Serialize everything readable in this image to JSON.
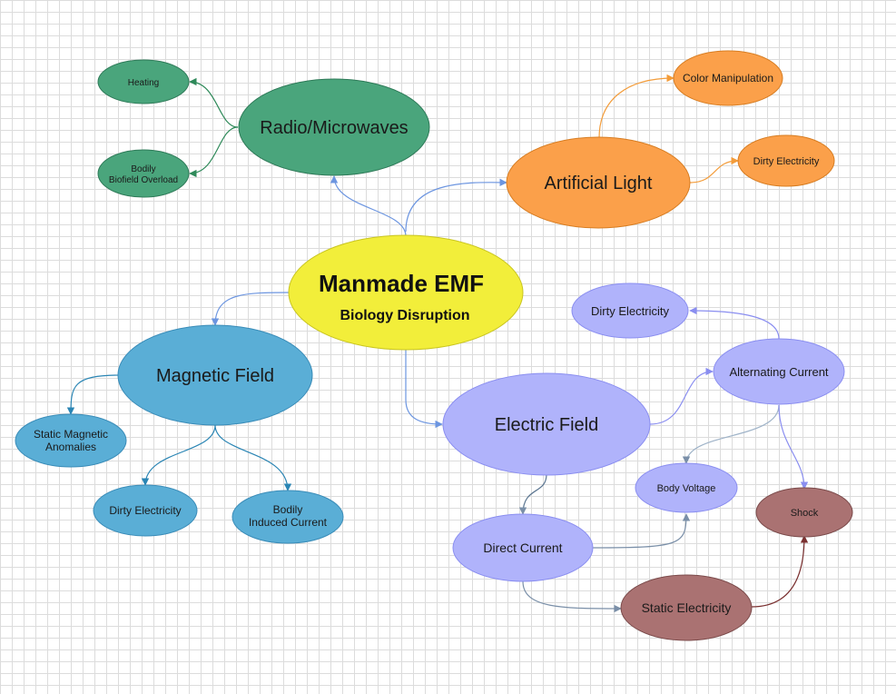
{
  "nodes": {
    "manmade_emf": {
      "title": "Manmade EMF",
      "subtitle": "Biology Disruption",
      "color": "#f2ee3a"
    },
    "radio_microwaves": {
      "label": "Radio/Microwaves",
      "color": "#4aa57c"
    },
    "heating": {
      "label": "Heating",
      "color": "#4aa57c"
    },
    "biofield": {
      "line1": "Bodily",
      "line2": "Biofield Overload",
      "color": "#4aa57c"
    },
    "artificial_light": {
      "label": "Artificial Light",
      "color": "#fba04a"
    },
    "color_manipulation": {
      "label": "Color Manipulation",
      "color": "#fba04a"
    },
    "dirty_electricity_light": {
      "label": "Dirty Electricity",
      "color": "#fba04a"
    },
    "magnetic_field": {
      "label": "Magnetic Field",
      "color": "#5aaed6"
    },
    "static_magnetic": {
      "line1": "Static Magnetic",
      "line2": "Anomalies",
      "color": "#5aaed6"
    },
    "dirty_electricity_mag": {
      "label": "Dirty Electricity",
      "color": "#5aaed6"
    },
    "induced_current": {
      "line1": "Bodily",
      "line2": "Induced Current",
      "color": "#5aaed6"
    },
    "electric_field": {
      "label": "Electric Field",
      "color": "#b0b3fb"
    },
    "dirty_electricity_elec": {
      "label": "Dirty Electricity",
      "color": "#b0b3fb"
    },
    "alternating_current": {
      "label": "Alternating Current",
      "color": "#b0b3fb"
    },
    "body_voltage": {
      "label": "Body Voltage",
      "color": "#b0b3fb"
    },
    "direct_current": {
      "label": "Direct Current",
      "color": "#b0b3fb"
    },
    "shock": {
      "label": "Shock",
      "color": "#aa7272"
    },
    "static_electricity": {
      "label": "Static Electricity",
      "color": "#aa7272"
    }
  },
  "edge_colors": {
    "blue": "#6c95e0",
    "green": "#2f8a5a",
    "orange": "#f39c3a",
    "teal": "#2a85b4",
    "purple": "#8a8ef0",
    "brown": "#7a3030",
    "grey": "#7a8fa8"
  }
}
